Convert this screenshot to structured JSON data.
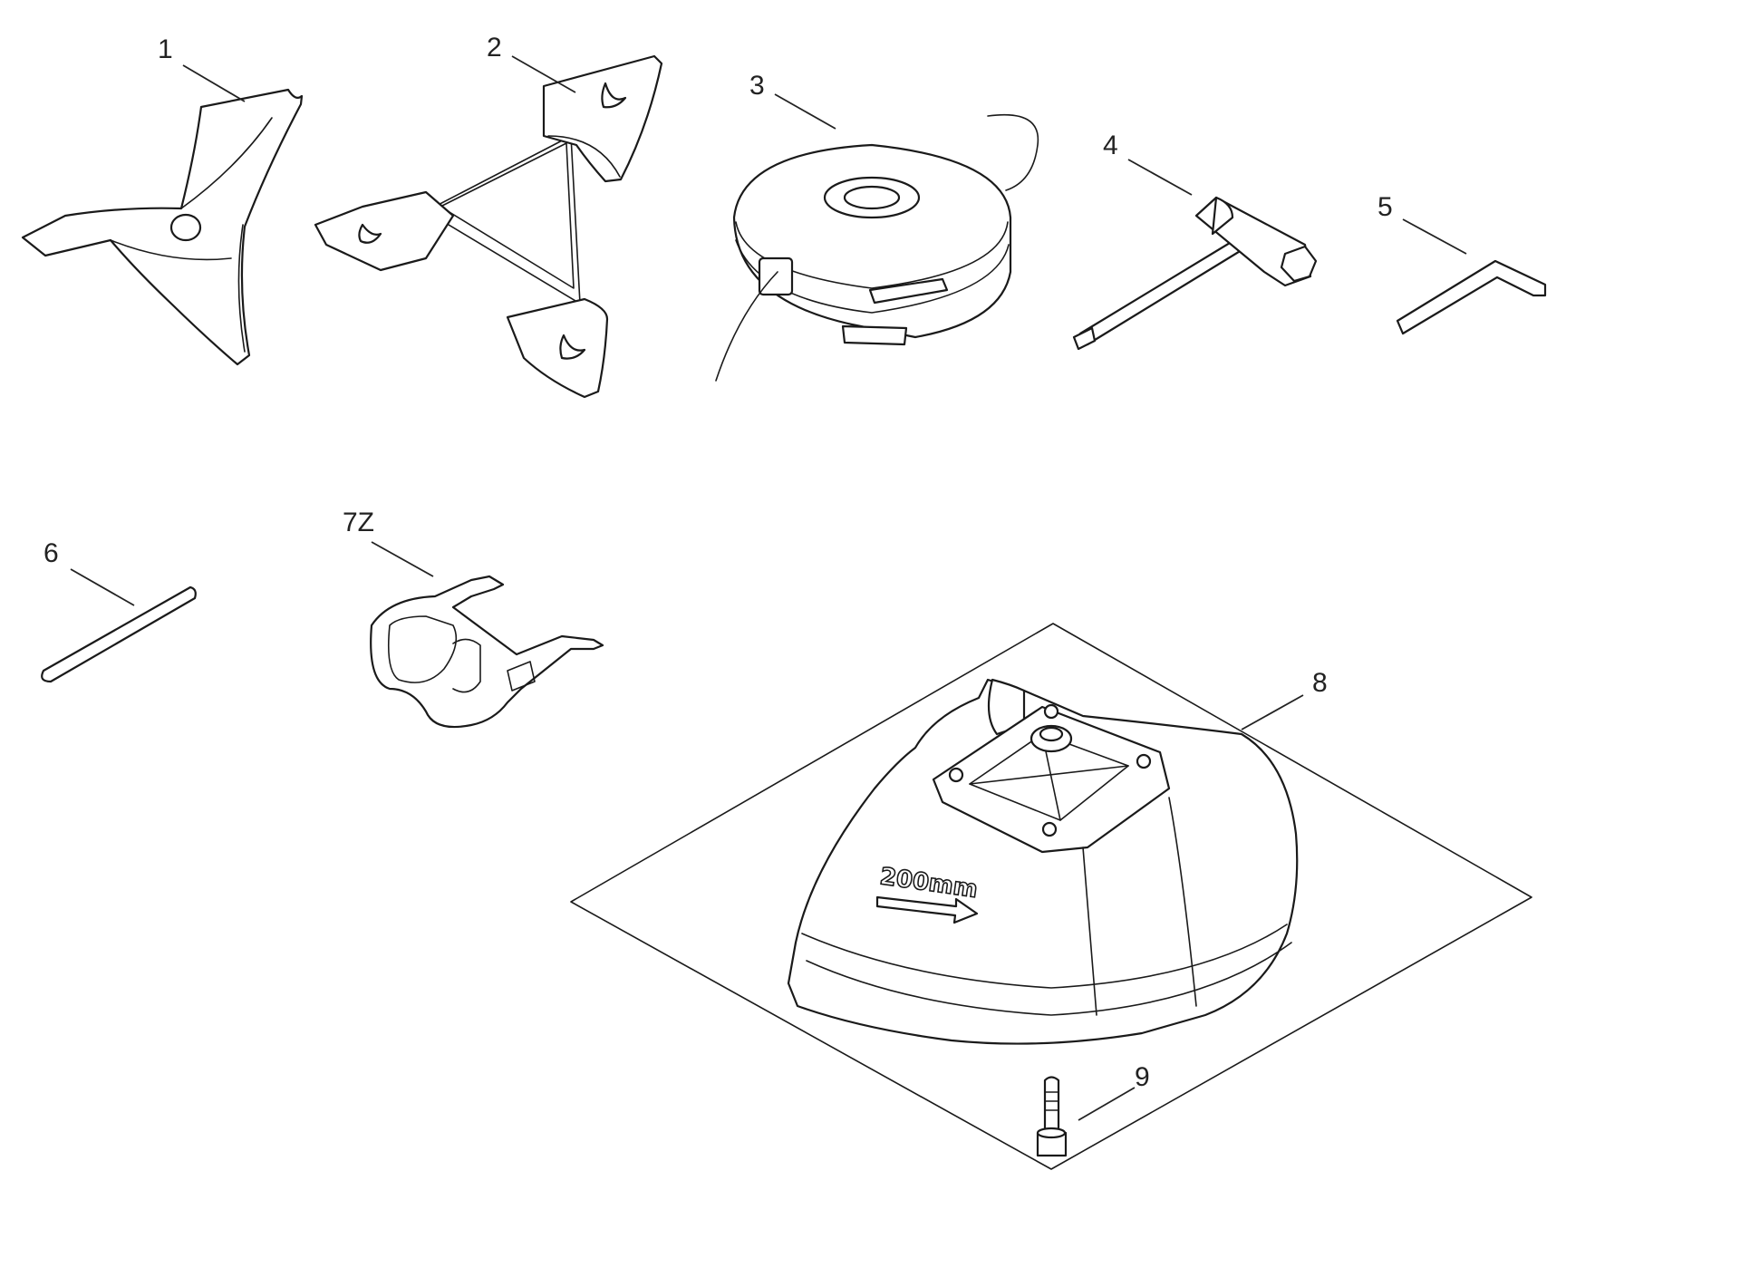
{
  "callouts": {
    "c1": "1",
    "c2": "2",
    "c3": "3",
    "c4": "4",
    "c5": "5",
    "c6": "6",
    "c7": "7Z",
    "c8": "8",
    "c9": "9"
  },
  "guard_marking": "200mm"
}
